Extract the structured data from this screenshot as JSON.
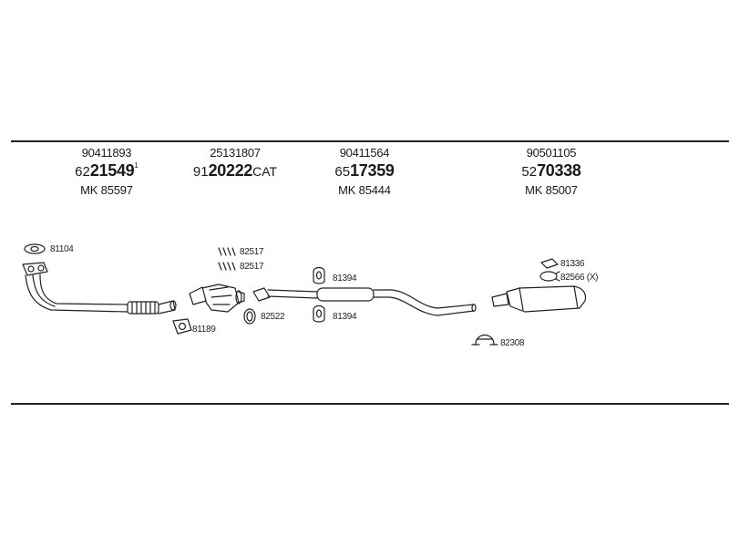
{
  "colors": {
    "line": "#222222",
    "background": "#ffffff"
  },
  "sections": [
    {
      "oem": "90411893",
      "prefix": "62",
      "main": "21549",
      "suffix": "",
      "superscript": "1",
      "mk": "MK 85597"
    },
    {
      "oem": "25131807",
      "prefix": "91",
      "main": "20222",
      "suffix": "CAT",
      "superscript": "",
      "mk": ""
    },
    {
      "oem": "90411564",
      "prefix": "65",
      "main": "17359",
      "suffix": "",
      "superscript": "",
      "mk": "MK 85444"
    },
    {
      "oem": "90501105",
      "prefix": "52",
      "main": "70338",
      "suffix": "",
      "superscript": "",
      "mk": "MK 85007"
    }
  ],
  "parts": {
    "gasket_front": "81104",
    "bolts_top": "82517",
    "bolts_bottom": "82517",
    "ring_cat": "82522",
    "gasket_lower": "81189",
    "hanger_top": "81394",
    "hanger_bottom": "81394",
    "rubber_rear": "81336",
    "clamp_rear": "82566 (X)",
    "clamp_middle": "82308"
  }
}
